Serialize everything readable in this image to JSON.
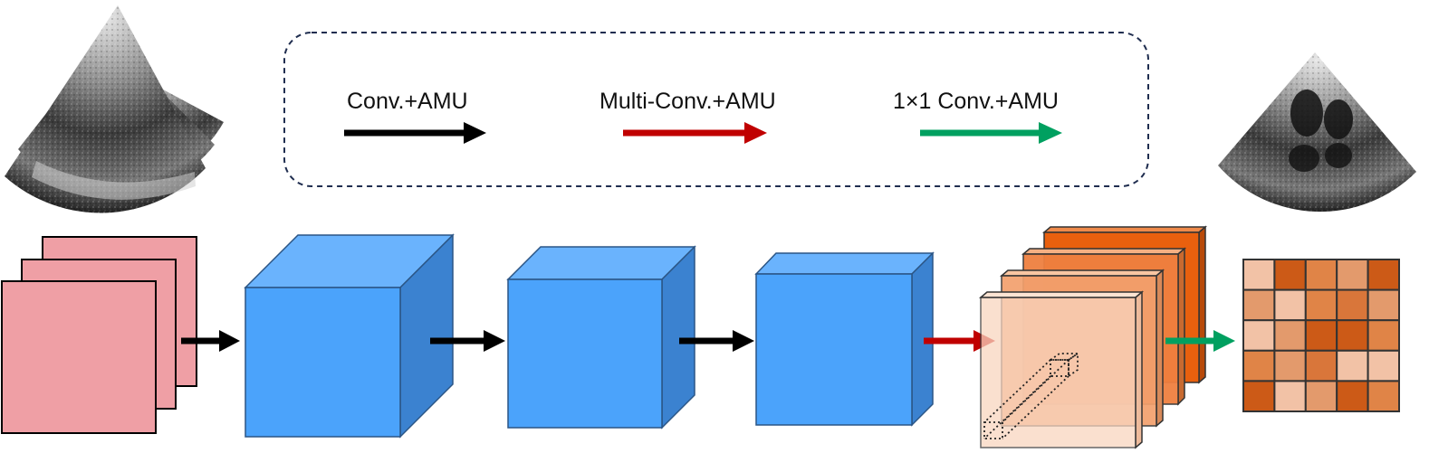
{
  "legend": {
    "items": [
      {
        "label": "Conv.+AMU",
        "arrow_color": "#000000"
      },
      {
        "label": "Multi-Conv.+AMU",
        "arrow_color": "#c00000"
      },
      {
        "label": "1×1 Conv.+AMU",
        "arrow_color": "#00a060"
      }
    ],
    "border_color": "#1f2d4f"
  },
  "colors": {
    "input_frame": "#ef9fa5",
    "cube_front": "#4ba3fb",
    "cube_top": "#6ab3fd",
    "cube_side": "#3b82d0",
    "feature_light": "#f9d6c0",
    "feature_mid": "#f3a06d",
    "feature_dark": "#e9600e",
    "grid": [
      "#f2c2a6",
      "#cc5a17",
      "#e08447",
      "#e39a6c",
      "#cc5a17"
    ]
  },
  "icons": {
    "input_images": "stacked-echocardiogram-icon",
    "output_image": "segmented-echocardiogram-icon"
  }
}
